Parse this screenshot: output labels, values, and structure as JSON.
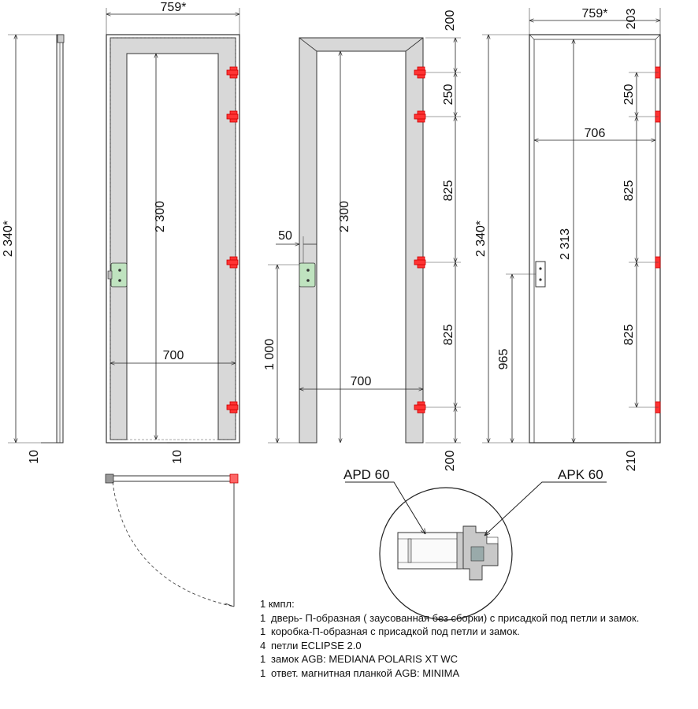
{
  "dimensions": {
    "outer_width": "759*",
    "outer_height": "2 340*",
    "leaf_height": "2 300",
    "leaf_width": "700",
    "gap_bottom": "10",
    "frame_top": "200",
    "frame_bottom": "200",
    "hinge_spacing_top": "250",
    "hinge_spacing_mid": "825",
    "hinge_spacing_low": "825",
    "lock_offset": "50",
    "lock_height_left": "1 000",
    "frame_outer_width": "759*",
    "frame_top_right": "203",
    "frame_inner_width": "706",
    "frame_height": "2 340*",
    "frame_inner_height": "2 313",
    "lock_height_right": "965",
    "frame_bottom_right": "210"
  },
  "labels": {
    "profile_left": "APD 60",
    "profile_right": "APK 60"
  },
  "spec": {
    "header": "1 кмпл:",
    "items": [
      {
        "qty": "1",
        "text": "дверь- П-образная ( заусованная без сборки) с присадкой  под петли и замок."
      },
      {
        "qty": "1",
        "text": "коробка-П-образная с присадкой под петли и замок."
      },
      {
        "qty": "4",
        "text": "петли  ECLIPSE 2.0"
      },
      {
        "qty": "1",
        "text": "замок  AGB:  MEDIANA POLARIS XT WC"
      },
      {
        "qty": "1",
        "text": "ответ. магнитная планкой AGB:   MINIMA"
      }
    ]
  },
  "colors": {
    "hinge": "#ff3333",
    "lock": "#bfe3bf",
    "frame": "#d8d8d8"
  }
}
